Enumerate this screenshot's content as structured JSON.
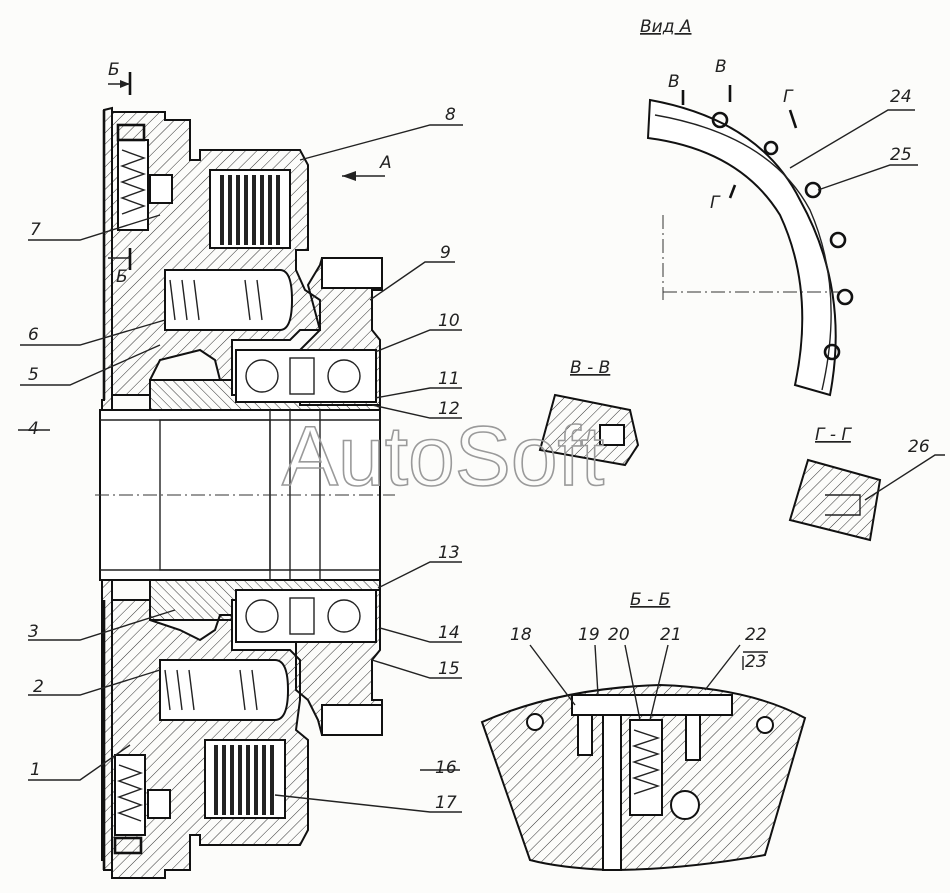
{
  "views": {
    "view_a": "Вид А",
    "section_v": "В - В",
    "section_g": "Г - Г",
    "section_b": "Б - Б"
  },
  "cut_marks": {
    "b_top": "Б",
    "b_mid": "Б",
    "arrow_a": "А",
    "v_left": "В",
    "v_right": "В",
    "g_top": "Г",
    "g_left": "Г"
  },
  "callouts": {
    "c1": "1",
    "c2": "2",
    "c3": "3",
    "c4": "4",
    "c5": "5",
    "c6": "6",
    "c7": "7",
    "c8": "8",
    "c9": "9",
    "c10": "10",
    "c11": "11",
    "c12": "12",
    "c13": "13",
    "c14": "14",
    "c15": "15",
    "c16": "16",
    "c17": "17",
    "c18": "18",
    "c19": "19",
    "c20": "20",
    "c21": "21",
    "c22": "22",
    "c23": "23",
    "c24": "24",
    "c25": "25",
    "c26": "26"
  },
  "watermark": "AutoSoft"
}
